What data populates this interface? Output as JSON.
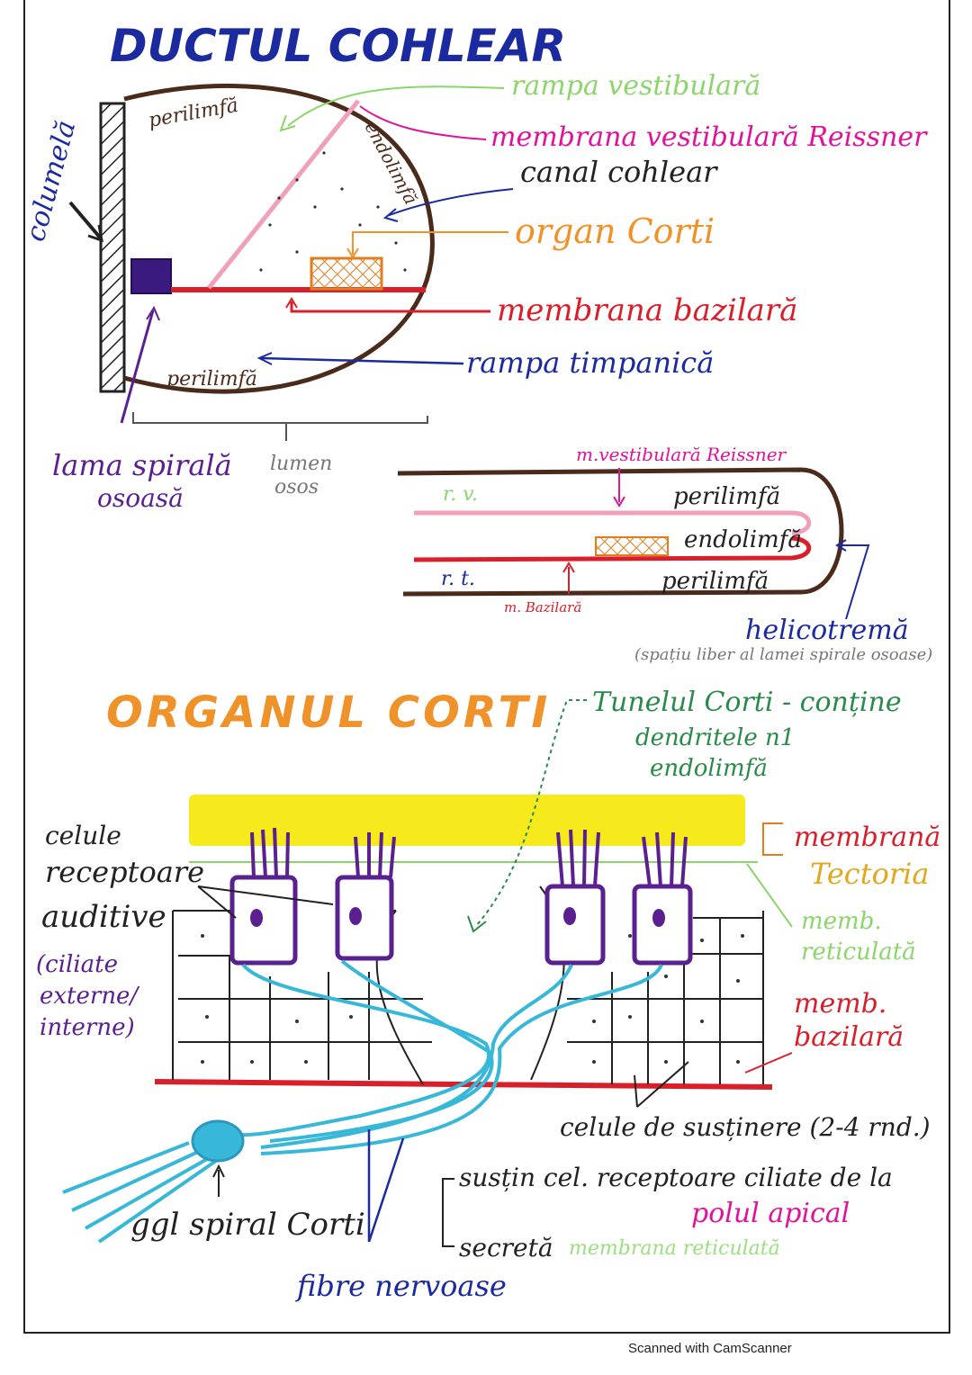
{
  "section1": {
    "title": "DUCTUL COHLEAR",
    "labels": {
      "columela": "columelă",
      "perilimfa_top": "perilimfă",
      "endolimfa": "endolimfă",
      "perilimfa_bottom": "perilimfă",
      "rampa_vestibulara": "rampa vestibulară",
      "membrana_vestibulara": "membrana vestibulară Reissner",
      "canal_cohlear": "canal cohlear",
      "organ_corti": "organ Corti",
      "membrana_bazilara": "membrana bazilară",
      "rampa_timpanica": "rampa timpanică",
      "lama_spirala_1": "lama spirală",
      "lama_spirala_2": "osoasă",
      "lumen_1": "lumen",
      "lumen_2": "osos"
    }
  },
  "section2": {
    "labels": {
      "m_vestibulara": "m.vestibulară Reissner",
      "rv": "r. v.",
      "perilimfa_1": "perilimfă",
      "endolimfa": "endolimfă",
      "rt": "r. t.",
      "perilimfa_2": "perilimfă",
      "m_bazilara": "m. Bazilară",
      "helicotrema": "helicotremă",
      "helicotrema_note": "(spațiu liber al lamei spirale osoase)"
    }
  },
  "section3": {
    "title": "ORGANUL CORTI",
    "labels": {
      "tunelul": "Tunelul Corti - conține",
      "dendrite": "dendritele n1",
      "endolimfa": "endolimfă",
      "celule_1": "celule",
      "celule_2": "receptoare",
      "celule_3": "auditive",
      "ciliate_1": "(ciliate",
      "ciliate_2": "externe/",
      "ciliate_3": "interne)",
      "membrana_1": "membrană",
      "membrana_2": "Tectoria",
      "reticulata_1": "memb.",
      "reticulata_2": "reticulată",
      "bazilara_1": "memb.",
      "bazilara_2": "bazilară",
      "celule_sustinere": "celule de susținere (2-4 rnd.)",
      "sustin": "susțin cel. receptoare ciliate de la",
      "polul": "polul apical",
      "secreta": "secretă",
      "secreta_green": "membrana reticulată",
      "ggl": "ggl spiral Corti",
      "fibre": "fibre nervoase"
    }
  },
  "footer": "Scanned with CamScanner",
  "colors": {
    "navy": "#1b2a9e",
    "pink": "#e0129a",
    "red": "#d81f2a",
    "orange": "#f0922a",
    "green": "#8bd66a",
    "purple": "#5a2090",
    "brown": "#4a2a1a",
    "cyan": "#38b8d8",
    "yellow": "#f6ea1c"
  }
}
